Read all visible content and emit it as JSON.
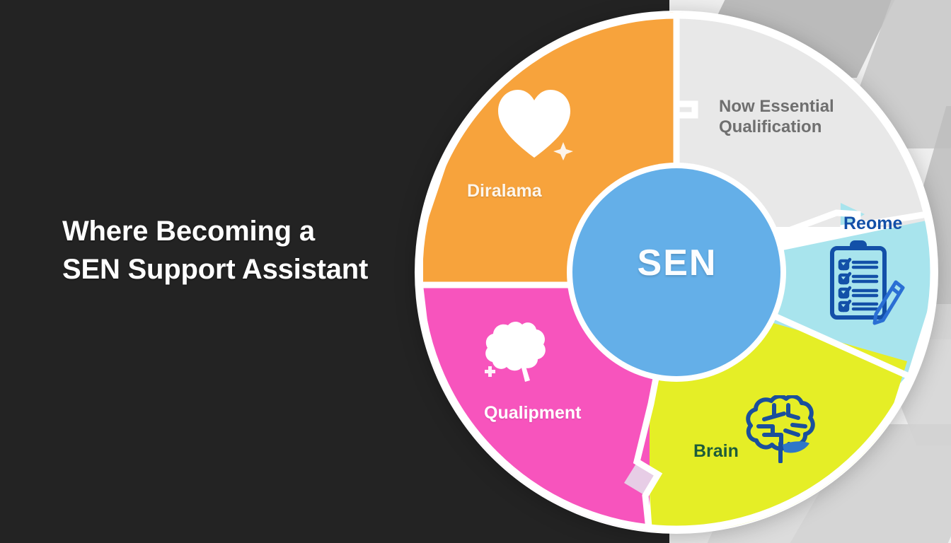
{
  "page": {
    "background_color": "#efefef",
    "panel_color": "#232323"
  },
  "headline": {
    "line1": "Where Becoming a",
    "line2": "SEN Support Assistant",
    "color": "#ffffff"
  },
  "wheel": {
    "center": {
      "label": "SEN",
      "color": "#64afe8",
      "text_color": "#fbfdff"
    },
    "segments": [
      {
        "id": "diralama",
        "label": "Diralama",
        "color": "#f7a33c",
        "text_color": "#fdf6ec",
        "icon": "heart-icon",
        "icon_color": "#ffffff",
        "position": "top-left"
      },
      {
        "id": "now-essential-qualification",
        "label": "Now Essential\nQualification",
        "color": "#e8e8e8",
        "text_color": "#6f6f6f",
        "icon": "none",
        "position": "top-right"
      },
      {
        "id": "reome",
        "label": "Reome",
        "color": "#a8e4ed",
        "text_color": "#1350a8",
        "icon": "clipboard-checklist-icon",
        "icon_color": "#1350a8",
        "position": "right"
      },
      {
        "id": "brain",
        "label": "Brain",
        "color": "#e5ee26",
        "text_color": "#1d5c3a",
        "icon": "brain-outline-icon",
        "icon_color": "#1a4f9c",
        "position": "bottom-right"
      },
      {
        "id": "qualipment",
        "label": "Qualipment",
        "color": "#f754bd",
        "text_color": "#ffffff",
        "icon": "brain-solid-icon",
        "icon_color": "#ffffff",
        "position": "bottom-left"
      }
    ]
  },
  "chart_data": {
    "type": "pie",
    "title": "SEN Support Assistant wheel",
    "center_label": "SEN",
    "categories": [
      "Diralama",
      "Now Essential Qualification",
      "Reome",
      "Brain",
      "Qualipment"
    ],
    "values": [
      20,
      20,
      20,
      20,
      20
    ],
    "colors": [
      "#f7a33c",
      "#e8e8e8",
      "#a8e4ed",
      "#e5ee26",
      "#f754bd"
    ],
    "legend": "none",
    "grid": false
  }
}
